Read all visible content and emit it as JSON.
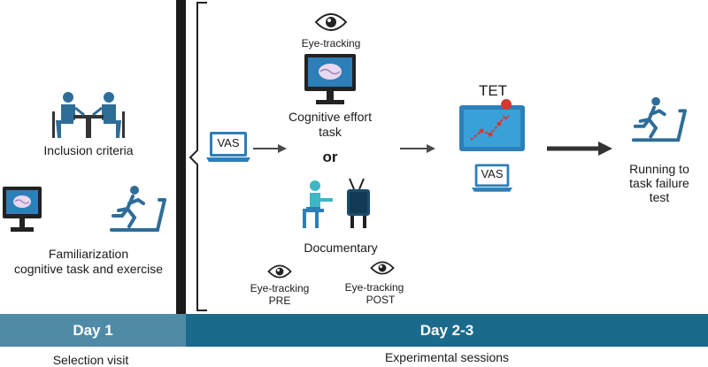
{
  "day1": {
    "inclusion_label": "Inclusion criteria",
    "familiarization_line1": "Familiarization",
    "familiarization_line2": "cognitive task and exercise"
  },
  "day23": {
    "eye_tracking_top": "Eye-tracking",
    "cognitive_line1": "Cognitive effort",
    "cognitive_line2": "task",
    "or_label": "or",
    "documentary_label": "Documentary",
    "vas_label": "VAS",
    "tet_label": "TET",
    "vas_label_2": "VAS",
    "running_line1": "Running to",
    "running_line2": "task failure",
    "running_line3": "test",
    "eye_pre_line1": "Eye-tracking",
    "eye_pre_line2": "PRE",
    "eye_post_line1": "Eye-tracking",
    "eye_post_line2": "POST"
  },
  "timeline": {
    "day1_label": "Day 1",
    "day23_label": "Day 2-3",
    "day1_caption": "Selection visit",
    "day23_caption": "Experimental sessions"
  },
  "colors": {
    "day1_bar": "#4f8ba6",
    "day23_bar": "#1b6a8c",
    "icon_blue": "#2e6d98",
    "screen_blue": "#2c7fb8",
    "teal": "#3fb6c6",
    "dark": "#222222",
    "arrow": "#4a4a4a",
    "tet_red": "#d9362f"
  }
}
